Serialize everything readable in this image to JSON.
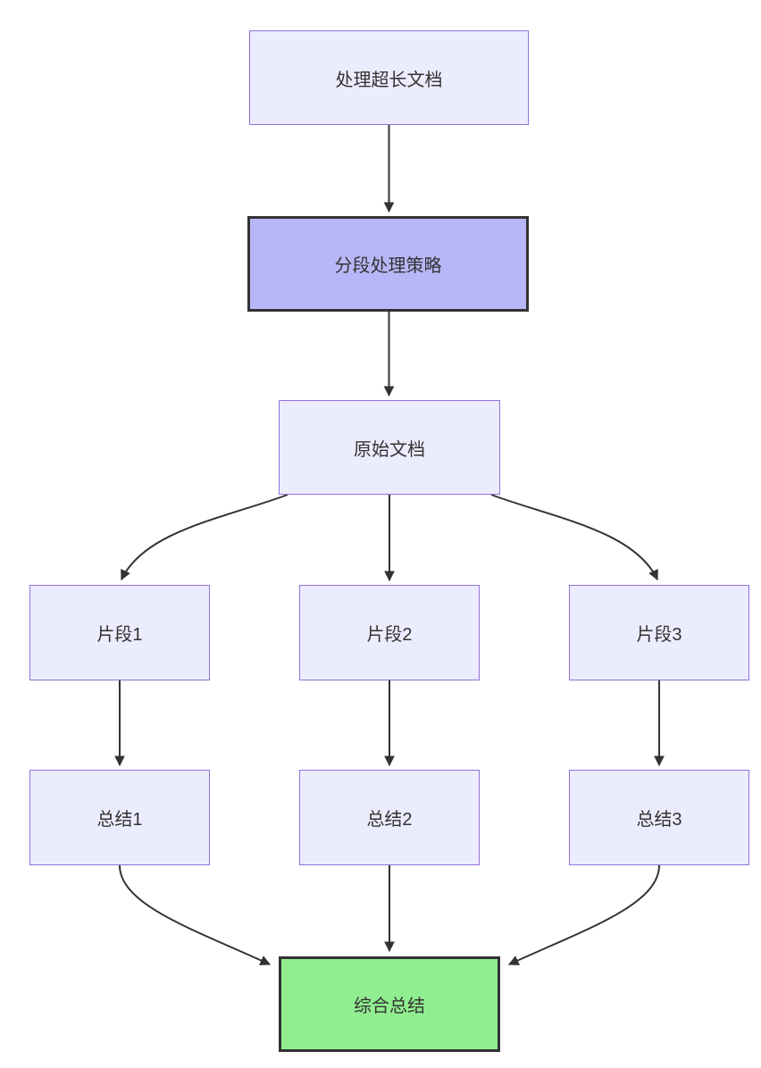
{
  "diagram": {
    "type": "flowchart",
    "direction": "top-down",
    "nodes": [
      {
        "id": "A",
        "label": "处理超长文档",
        "style": "default"
      },
      {
        "id": "B",
        "label": "分段处理策略",
        "style": "emphasis"
      },
      {
        "id": "C",
        "label": "原始文档",
        "style": "default"
      },
      {
        "id": "D",
        "label": "片段1",
        "style": "default"
      },
      {
        "id": "E",
        "label": "片段2",
        "style": "default"
      },
      {
        "id": "F",
        "label": "片段3",
        "style": "default"
      },
      {
        "id": "G",
        "label": "总结1",
        "style": "default"
      },
      {
        "id": "H",
        "label": "总结2",
        "style": "default"
      },
      {
        "id": "I",
        "label": "总结3",
        "style": "default"
      },
      {
        "id": "J",
        "label": "综合总结",
        "style": "result"
      }
    ],
    "edges": [
      {
        "from": "处理超长文档",
        "to": "分段处理策略"
      },
      {
        "from": "分段处理策略",
        "to": "原始文档"
      },
      {
        "from": "原始文档",
        "to": "片段1"
      },
      {
        "from": "原始文档",
        "to": "片段2"
      },
      {
        "from": "原始文档",
        "to": "片段3"
      },
      {
        "from": "片段1",
        "to": "总结1"
      },
      {
        "from": "片段2",
        "to": "总结2"
      },
      {
        "from": "片段3",
        "to": "总结3"
      },
      {
        "from": "总结1",
        "to": "综合总结"
      },
      {
        "from": "总结2",
        "to": "综合总结"
      },
      {
        "from": "总结3",
        "to": "综合总结"
      }
    ],
    "colors": {
      "background": "#ffffff",
      "default_fill": "#ECECFF",
      "default_border": "#9370DB",
      "emphasis_fill": "#B7B7F8",
      "emphasis_border": "#333333",
      "result_fill": "#90EE90",
      "result_border": "#333333",
      "edge": "#333333",
      "text": "#333333"
    }
  }
}
